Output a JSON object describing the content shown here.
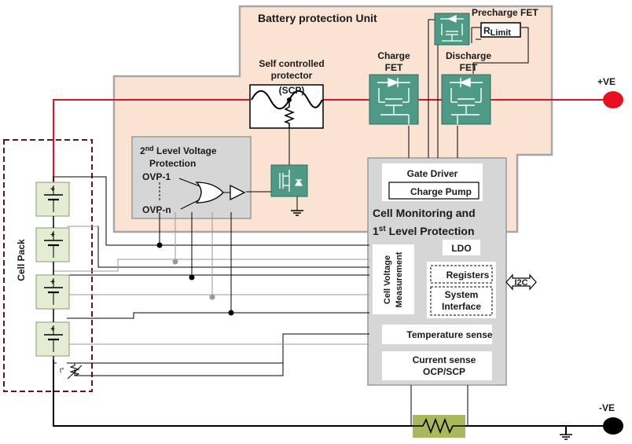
{
  "bpu": {
    "title": "Battery protection Unit",
    "scp_line1": "Self controlled",
    "scp_line2": "protector",
    "scp_short": "(SCP)",
    "charge_line1": "Charge",
    "charge_line2": "FET",
    "discharge_line1": "Discharge",
    "discharge_line2": "FET",
    "precharge": "Precharge FET",
    "rlimit_r": "R",
    "rlimit_sub": "Limit"
  },
  "lvl2": {
    "title_num": "2",
    "title_sup": "nd",
    "title_rest": " Level Voltage",
    "title_line2": "Protection",
    "ovp1": "OVP-1",
    "ovpn": "OVP-n"
  },
  "monitor": {
    "gate_driver": "Gate Driver",
    "charge_pump": "Charge Pump",
    "title_line1": "Cell Monitoring and",
    "title_line2_num": "1",
    "title_line2_sup": "st",
    "title_line2_rest": " Level Protection",
    "ldo": "LDO",
    "cvm_line1": "Cell Voltage",
    "cvm_line2": "Measurement",
    "registers": "Registers",
    "sysif_line1": "System",
    "sysif_line2": "Interface",
    "temp": "Temperature sense",
    "current_line1": "Current sense",
    "current_line2": "OCP/SCP"
  },
  "i2c": "I2C",
  "cell_pack": "Cell Pack",
  "pos_terminal": "+VE",
  "neg_terminal": "-VE",
  "ntc_symbol": "t°",
  "colors": {
    "bpu_fill": "#fbe3d3",
    "bpu_stroke": "#a6a6a6",
    "gray_box": "#d6d6d6",
    "fet_green": "#4e9a86",
    "cell_fill": "#e4ecd4",
    "resistor_fill": "#a9b85c",
    "red_line": "#e0102a",
    "red_terminal": "#e8101e",
    "cell_pack_border": "#5a1a1a"
  }
}
